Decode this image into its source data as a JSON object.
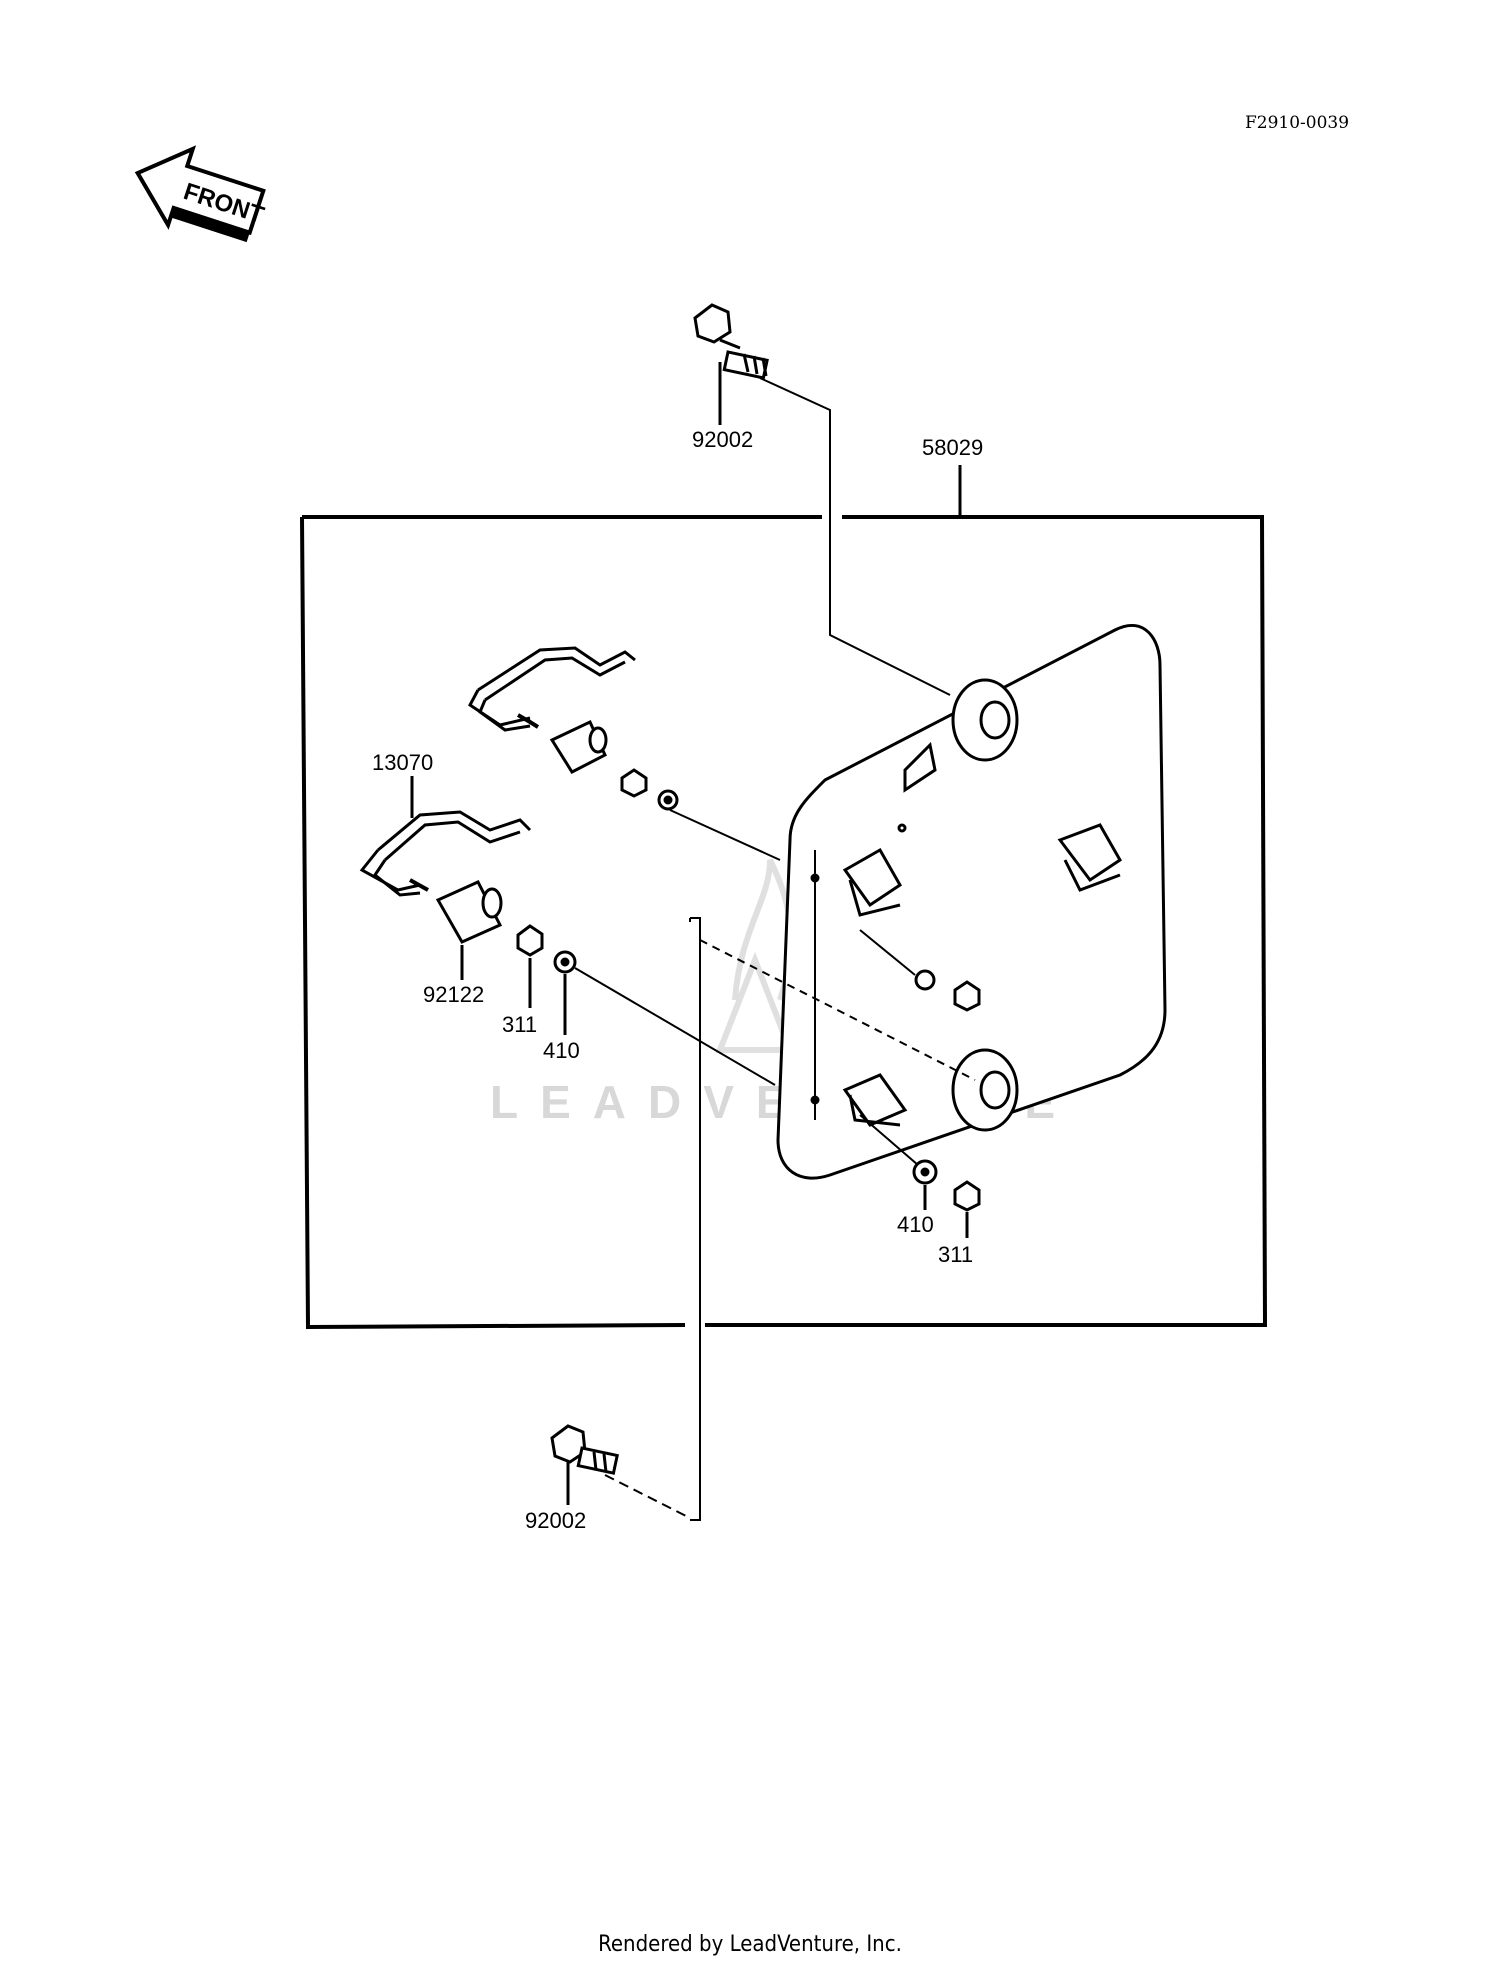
{
  "diagram_code": "F2910-0039",
  "front_arrow_label": "FRONT",
  "watermark": "LEADVENTURE",
  "footer": "Rendered by LeadVenture, Inc.",
  "callouts": {
    "bolt_top": "92002",
    "bracket_assy": "58029",
    "rod": "13070",
    "collar": "92122",
    "nut_left": "311",
    "washer_left": "410",
    "washer_right": "410",
    "nut_right": "311",
    "bolt_bottom": "92002"
  },
  "icons": {
    "front": "front-arrow-icon"
  }
}
